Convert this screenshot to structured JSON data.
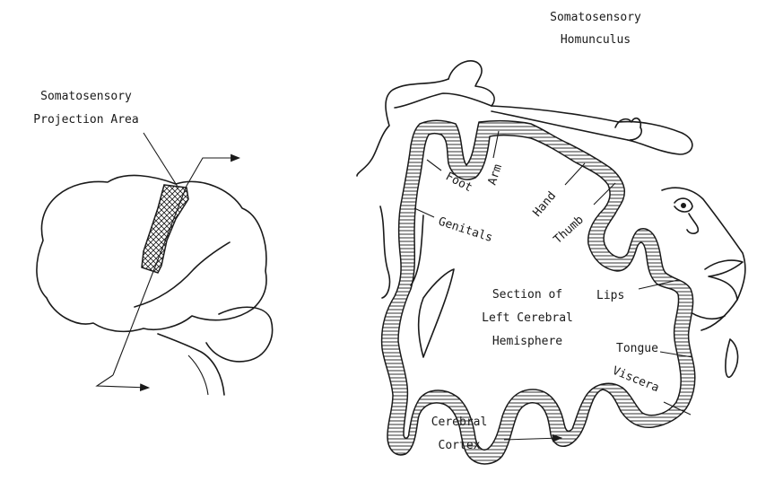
{
  "left_diagram": {
    "projection_label_line1": "Somatosensory",
    "projection_label_line2": "Projection Area"
  },
  "right_diagram": {
    "homunculus_title_line1": "Somatosensory",
    "homunculus_title_line2": "Homunculus",
    "section_label_line1": "Section of",
    "section_label_line2": "Left Cerebral",
    "section_label_line3": "Hemisphere",
    "cortex_label_line1": "Cerebral",
    "cortex_label_line2": "Cortex",
    "body_parts": {
      "foot": "Foot",
      "arm": "Arm",
      "hand": "Hand",
      "thumb": "Thumb",
      "genitals": "Genitals",
      "lips": "Lips",
      "tongue": "Tongue",
      "viscera": "Viscera"
    }
  }
}
